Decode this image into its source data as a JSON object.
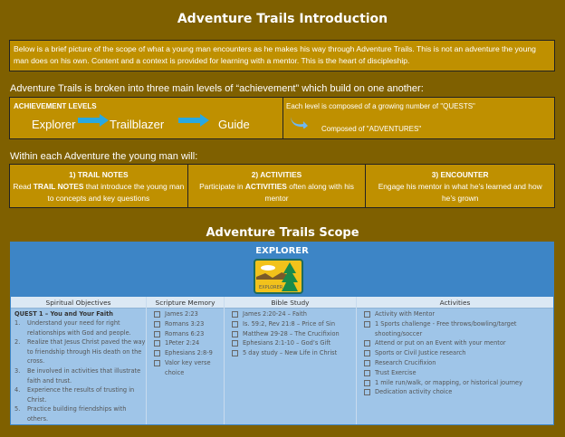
{
  "intro": {
    "title": "Adventure Trails Introduction",
    "text": "Below is a brief picture of the scope of what a young man encounters as he makes his way through Adventure Trails. This is not an adventure the young man does on his own. Content and a context is provided for learning with a mentor. This is the heart of discipleship."
  },
  "levels": {
    "heading": "Adventure Trails is broken into three main levels of “achievement” which build on one another:",
    "label": "ACHIEVEMENT LEVELS",
    "items": [
      "Explorer",
      "Trailblazer",
      "Guide"
    ],
    "quests": "Each level is composed of a growing number of \"QUESTS\"",
    "adventures": "Composed of \"ADVENTURES\""
  },
  "within": {
    "heading": "Within each Adventure the young man will:",
    "steps": [
      {
        "title": "1)  TRAIL NOTES",
        "pre": "Read ",
        "bold": "TRAIL NOTES",
        "post": " that introduce the young man to concepts and key questions"
      },
      {
        "title": "2)  ACTIVITIES",
        "pre": "Participate in ",
        "bold": "ACTIVITIES",
        "post": " often along with his mentor"
      },
      {
        "title": "3)  ENCOUNTER",
        "pre": "",
        "bold": "",
        "post": "Engage his mentor in what he’s learned and how he’s grown"
      }
    ]
  },
  "scope": {
    "title": "Adventure Trails Scope",
    "level": "EXPLORER",
    "badge_text": "EXPLORER",
    "headers": [
      "Spiritual Objectives",
      "Scripture Memory",
      "Bible Study",
      "Activities"
    ],
    "quest": "QUEST 1 – You and Your Faith",
    "objectives": [
      "Understand your need for right relationships with God and people.",
      "Realize that Jesus Christ paved the way to friendship through His death on the cross.",
      "Be involved in activities that illustrate faith and trust.",
      "Experience the results of trusting in Christ.",
      "Practice building friendships with others."
    ],
    "scripture": [
      "James 2:23",
      "Romans 3:23",
      "Romans 6:23",
      "1Peter 2:24",
      "Ephesians 2:8-9",
      "Valor key verse choice"
    ],
    "bible": [
      "James 2:20-24 – Faith",
      "Is. 59:2, Rev 21:8 – Price of Sin",
      "Matthew 29-28 – The Crucifixion",
      "Ephesians 2:1-10 – God’s Gift",
      "5 day study – New Life in Christ"
    ],
    "activities": [
      "Activity with Mentor",
      "1 Sports challenge - Free throws/bowling/target shooting/soccer",
      "Attend or put on an Event with your mentor",
      "Sports or Civil Justice research",
      "Research Crucifixion",
      "Trust Exercise",
      "1 mile run/walk, or mapping, or historical journey",
      "Dedication activity choice"
    ]
  },
  "colors": {
    "background": "#7f6000",
    "box": "#bf9000",
    "header_blue": "#3d85c6",
    "table_blue": "#9fc5e8",
    "arrow": "#29a8e0"
  }
}
